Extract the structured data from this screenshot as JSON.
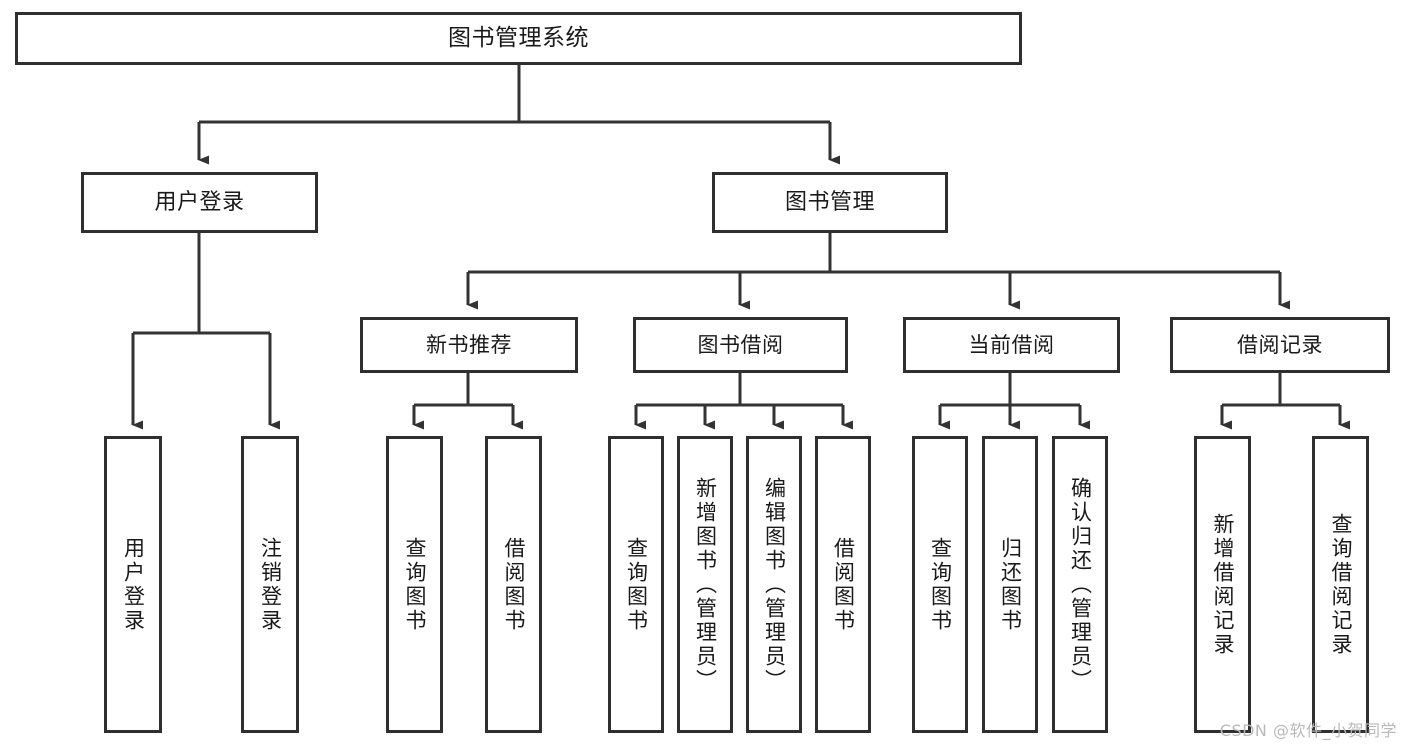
{
  "diagram": {
    "title": "图书管理系统",
    "type": "function-structure-tree",
    "root": {
      "id": "root",
      "label": "图书管理系统"
    },
    "level1": [
      {
        "id": "user-login",
        "label": "用户登录"
      },
      {
        "id": "book-manage",
        "label": "图书管理"
      }
    ],
    "level2": [
      {
        "id": "new-book-recommend",
        "label": "新书推荐",
        "parent": "book-manage"
      },
      {
        "id": "book-borrow",
        "label": "图书借阅",
        "parent": "book-manage"
      },
      {
        "id": "current-borrow",
        "label": "当前借阅",
        "parent": "book-manage"
      },
      {
        "id": "borrow-record",
        "label": "借阅记录",
        "parent": "book-manage"
      }
    ],
    "leaves": [
      {
        "id": "leaf-user-login",
        "label": "用户登录",
        "parent": "user-login"
      },
      {
        "id": "leaf-logout-login",
        "label": "注销登录",
        "parent": "user-login"
      },
      {
        "id": "leaf-query-book-1",
        "label": "查询图书",
        "parent": "new-book-recommend"
      },
      {
        "id": "leaf-borrow-book-1",
        "label": "借阅图书",
        "parent": "new-book-recommend"
      },
      {
        "id": "leaf-query-book-2",
        "label": "查询图书",
        "parent": "book-borrow"
      },
      {
        "id": "leaf-add-book",
        "label": "新增图书（管理员）",
        "parent": "book-borrow"
      },
      {
        "id": "leaf-edit-book",
        "label": "编辑图书（管理员）",
        "parent": "book-borrow"
      },
      {
        "id": "leaf-borrow-book-2",
        "label": "借阅图书",
        "parent": "book-borrow"
      },
      {
        "id": "leaf-query-book-3",
        "label": "查询图书",
        "parent": "current-borrow"
      },
      {
        "id": "leaf-return-book",
        "label": "归还图书",
        "parent": "current-borrow"
      },
      {
        "id": "leaf-confirm-return",
        "label": "确认归还（管理员）",
        "parent": "current-borrow"
      },
      {
        "id": "leaf-add-record",
        "label": "新增借阅记录",
        "parent": "borrow-record"
      },
      {
        "id": "leaf-query-record",
        "label": "查询借阅记录",
        "parent": "borrow-record"
      }
    ]
  },
  "watermark": {
    "text": "CSDN @软件_小贺同学"
  },
  "colors": {
    "border": "#2f2f2f",
    "connector": "#333333",
    "text": "#1a1a1a",
    "background": "#ffffff",
    "watermark": "#b9b9b9"
  }
}
